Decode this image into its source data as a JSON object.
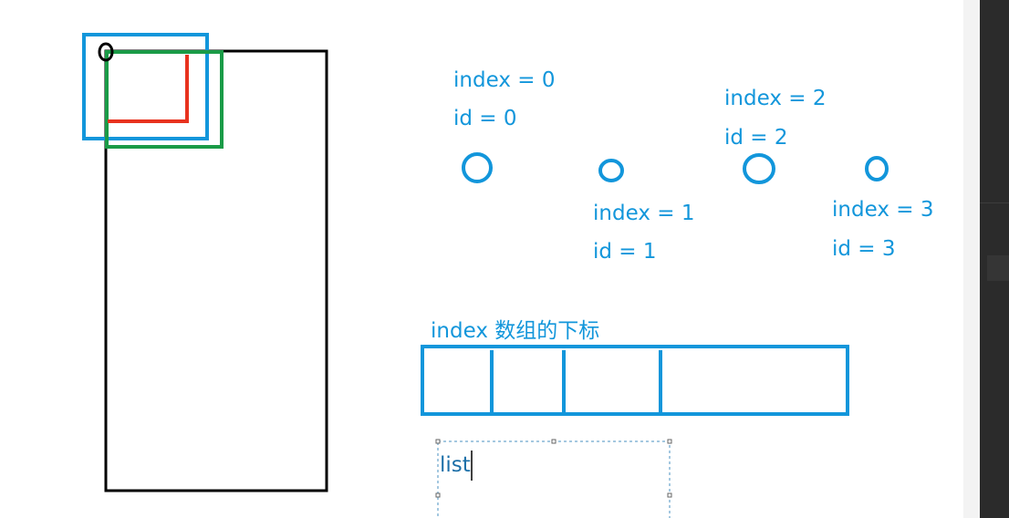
{
  "labels": {
    "node0_index": "index = 0",
    "node0_id": "id = 0",
    "node1_index": "index = 1",
    "node1_id": "id = 1",
    "node2_index": "index = 2",
    "node2_id": "id = 2",
    "node3_index": "index = 3",
    "node3_id": "id = 3",
    "array_caption": "index 数组的下标",
    "list_text": "list"
  },
  "colors": {
    "blue": "#1296db",
    "green": "#1a9b47",
    "red": "#e8321e",
    "black": "#000000",
    "right_panel_light": "#f3f3f3",
    "right_panel_dark": "#2b2b2b"
  }
}
